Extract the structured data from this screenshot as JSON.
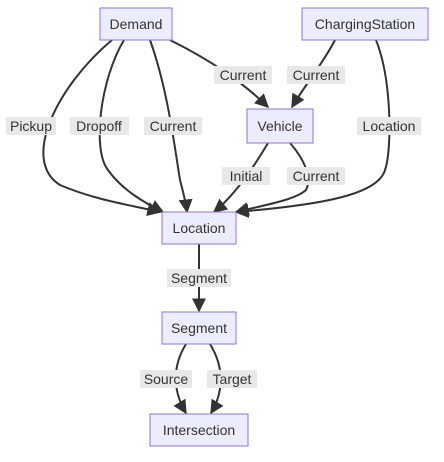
{
  "nodes": {
    "demand": "Demand",
    "charging_station": "ChargingStation",
    "vehicle": "Vehicle",
    "location": "Location",
    "segment": "Segment",
    "intersection": "Intersection"
  },
  "edges": {
    "demand_location_pickup": "Pickup",
    "demand_location_dropoff": "Dropoff",
    "demand_location_current": "Current",
    "demand_vehicle_current": "Current",
    "charging_vehicle_current": "Current",
    "charging_location_location": "Location",
    "vehicle_location_initial": "Initial",
    "vehicle_location_current": "Current",
    "location_segment": "Segment",
    "segment_intersection_source": "Source",
    "segment_intersection_target": "Target"
  },
  "colors": {
    "node_fill": "#ececff",
    "node_stroke": "#9370db",
    "edge": "#333333",
    "label_bg": "#e8e8e8"
  }
}
